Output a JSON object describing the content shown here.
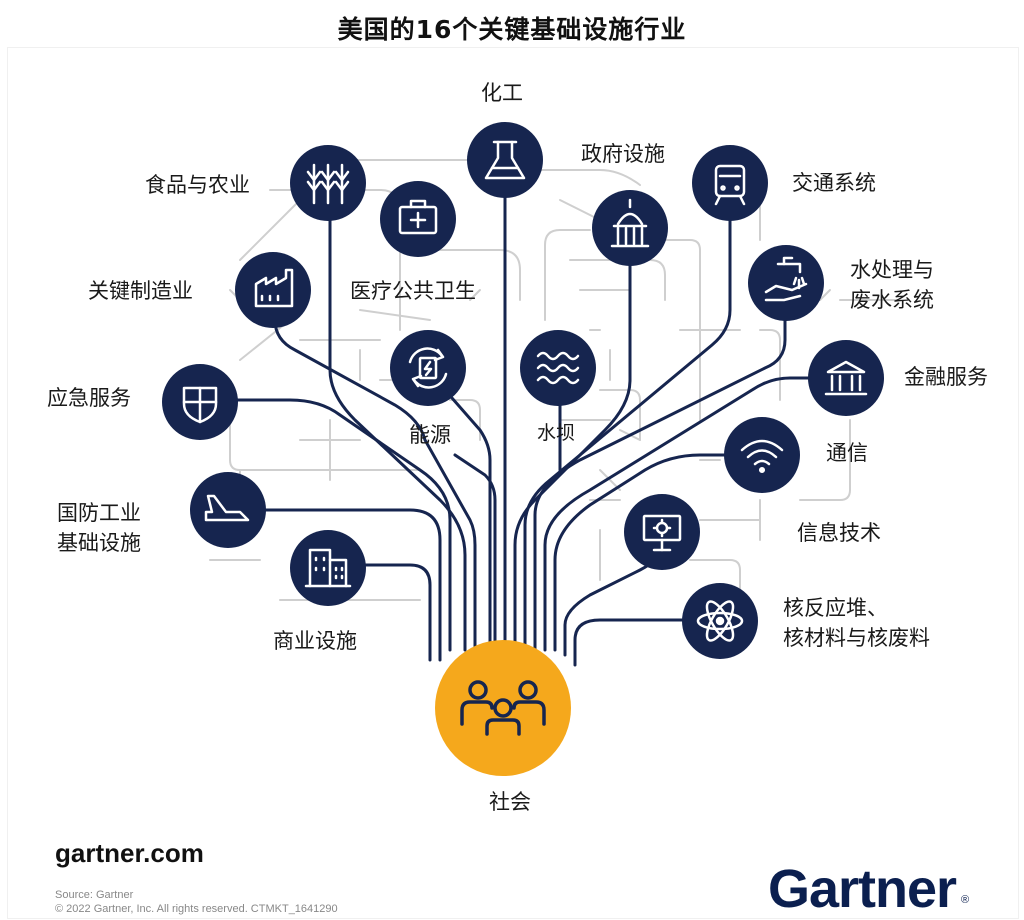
{
  "title": "美国的16个关键基础设施行业",
  "sectors": {
    "chemical": "化工",
    "government": "政府设施",
    "transport": "交通系统",
    "food": "食品与农业",
    "health": "医疗公共卫生",
    "water_1": "水处理与",
    "water_2": "废水系统",
    "manufacturing": "关键制造业",
    "finance": "金融服务",
    "emergency": "应急服务",
    "energy": "能源",
    "dams": "水坝",
    "comms": "通信",
    "defense_1": "国防工业",
    "defense_2": "基础设施",
    "it": "信息技术",
    "commercial": "商业设施",
    "nuclear_1": "核反应堆、",
    "nuclear_2": "核材料与核废料",
    "society": "社会"
  },
  "footer": {
    "url": "gartner.com",
    "source": "Source: Gartner",
    "copyright": "© 2022 Gartner, Inc. All rights reserved. CTMKT_1641290",
    "brand": "Gartner",
    "brand_mark": "®"
  },
  "colors": {
    "navy": "#16254f",
    "gold": "#f5a81c",
    "grid": "#cfcfcf",
    "white": "#ffffff"
  }
}
